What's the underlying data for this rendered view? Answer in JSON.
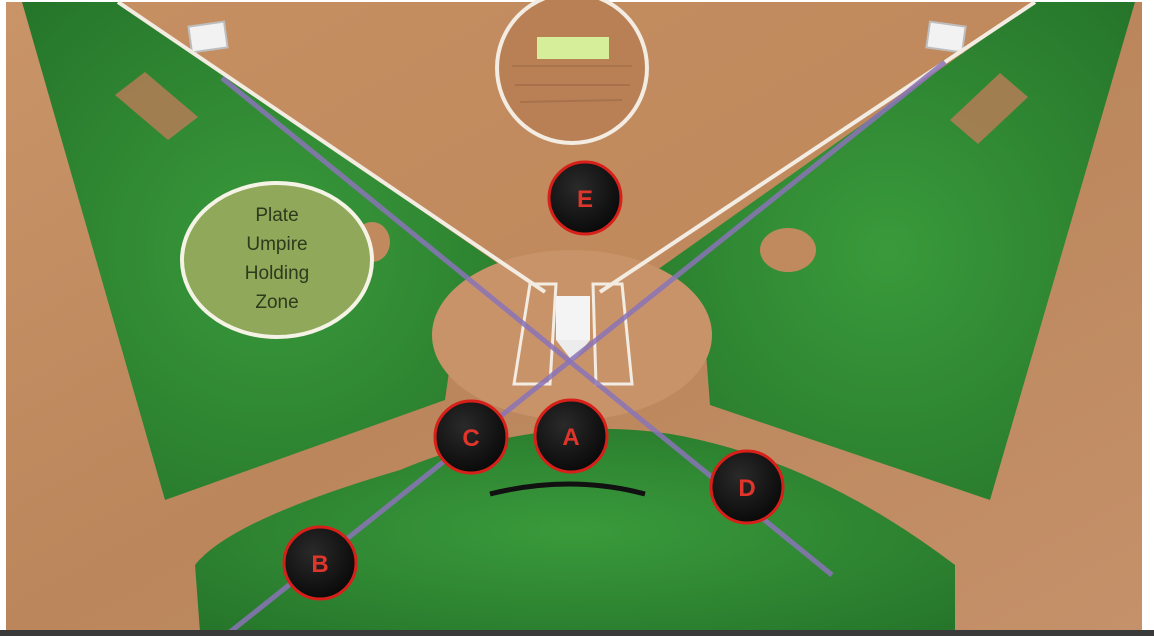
{
  "diagram": {
    "colors": {
      "dirt": "#c08a5e",
      "dirt_dark": "#a9754a",
      "grass": "#2f8a32",
      "grass_dark": "#236f27",
      "chalk": "#f3ece2",
      "lane_line": "#8a74b8",
      "marker_fill": "#141414",
      "marker_ring": "#d8201a",
      "marker_text": "#e0352a",
      "zone_fill": "#8fa85a",
      "zone_text": "#2d3a1c",
      "pitcher_plate": "#d6ee9a"
    },
    "positions": [
      {
        "id": "a",
        "label": "A"
      },
      {
        "id": "b",
        "label": "B"
      },
      {
        "id": "c",
        "label": "C"
      },
      {
        "id": "d",
        "label": "D"
      },
      {
        "id": "e",
        "label": "E"
      }
    ],
    "holding_zone": {
      "lines": [
        "Plate",
        "Umpire",
        "Holding",
        "Zone"
      ]
    }
  }
}
